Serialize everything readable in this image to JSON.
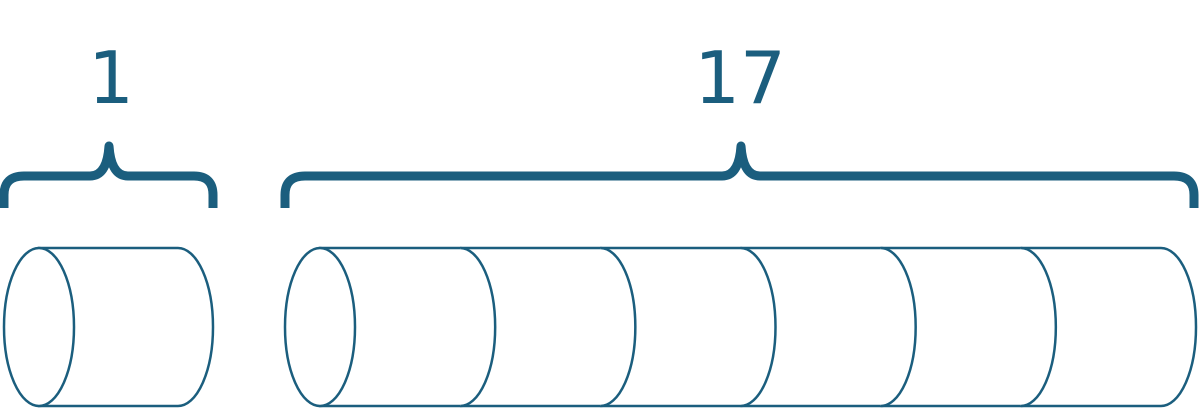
{
  "colors": {
    "stroke": "#1b5e7e",
    "fill": "#ffffff"
  },
  "left_group": {
    "label": "1",
    "cylinder_count": 1
  },
  "right_group": {
    "label": "17",
    "cylinder_count": 6
  }
}
